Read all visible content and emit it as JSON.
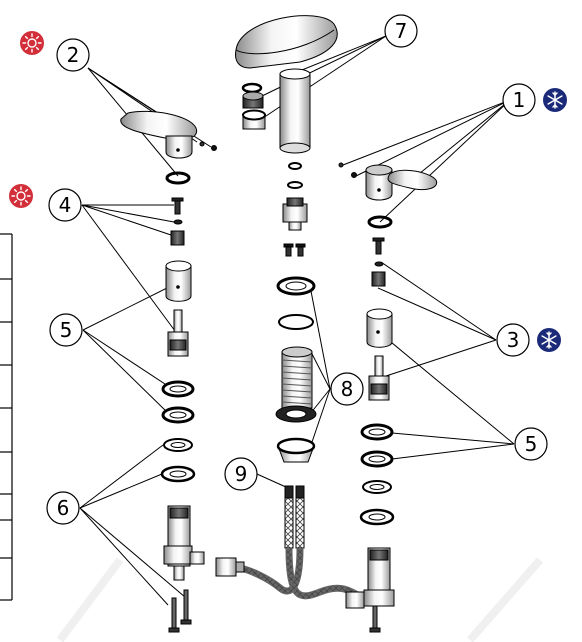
{
  "callouts": [
    {
      "id": "1",
      "label": "1"
    },
    {
      "id": "2",
      "label": "2"
    },
    {
      "id": "3",
      "label": "3"
    },
    {
      "id": "4",
      "label": "4"
    },
    {
      "id": "5a",
      "label": "5"
    },
    {
      "id": "5b",
      "label": "5"
    },
    {
      "id": "6",
      "label": "6"
    },
    {
      "id": "7",
      "label": "7"
    },
    {
      "id": "8",
      "label": "8"
    },
    {
      "id": "9",
      "label": "9"
    }
  ],
  "badges": {
    "hot": {
      "icon": "sun-icon",
      "color": "#d32f3a"
    },
    "cold": {
      "icon": "snowflake-icon",
      "color": "#1b2a78"
    }
  }
}
